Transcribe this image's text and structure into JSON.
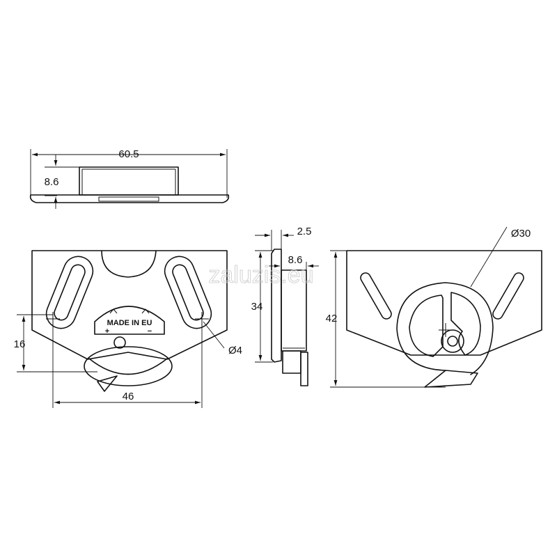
{
  "dimensions": {
    "top_width": "60.5",
    "top_height": "8.6",
    "side_thickness": "2.5",
    "side_height": "34",
    "side_depth": "8.6",
    "front_spacing": "46",
    "front_offset": "16",
    "hole_dia": "Ø4",
    "back_height": "42",
    "wheel_dia": "Ø30"
  },
  "marking": {
    "text": "MADE IN EU",
    "plus": "+",
    "minus": "−"
  },
  "watermark": "zaluzis.eu"
}
